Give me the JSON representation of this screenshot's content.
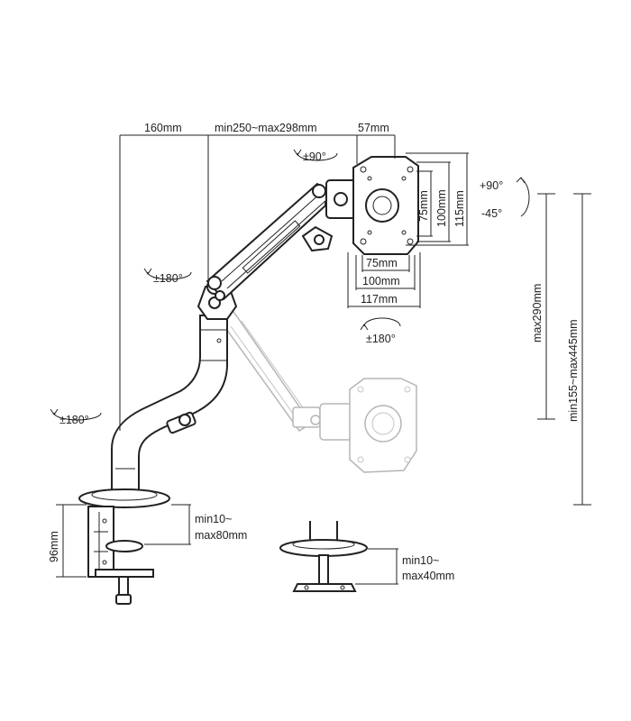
{
  "dimensions": {
    "pole_offset": "160mm",
    "arm_reach": "min250~max298mm",
    "head_depth": "57mm",
    "vesa_h_small": "75mm",
    "vesa_h_mid": "100mm",
    "vesa_h_large": "117mm",
    "vesa_v_small": "75mm",
    "vesa_v_mid": "100mm",
    "vesa_v_large": "115mm",
    "lift_range": "max290mm",
    "height_range": "min155~max445mm",
    "clamp_height": "96mm",
    "clamp_thickness_1": "min10~",
    "clamp_thickness_2": "max80mm",
    "grommet_thickness_1": "min10~",
    "grommet_thickness_2": "max40mm"
  },
  "rotations": {
    "monitor_rotate": "±90°",
    "tilt_up": "+90°",
    "tilt_down": "-45°",
    "elbow_swivel": "±180°",
    "head_swivel": "±180°",
    "base_swivel": "±180°"
  },
  "icons": {
    "rotation": "rotate-arrow-icon"
  },
  "colors": {
    "stroke": "#222222",
    "ghost": "#b5b5b5"
  }
}
